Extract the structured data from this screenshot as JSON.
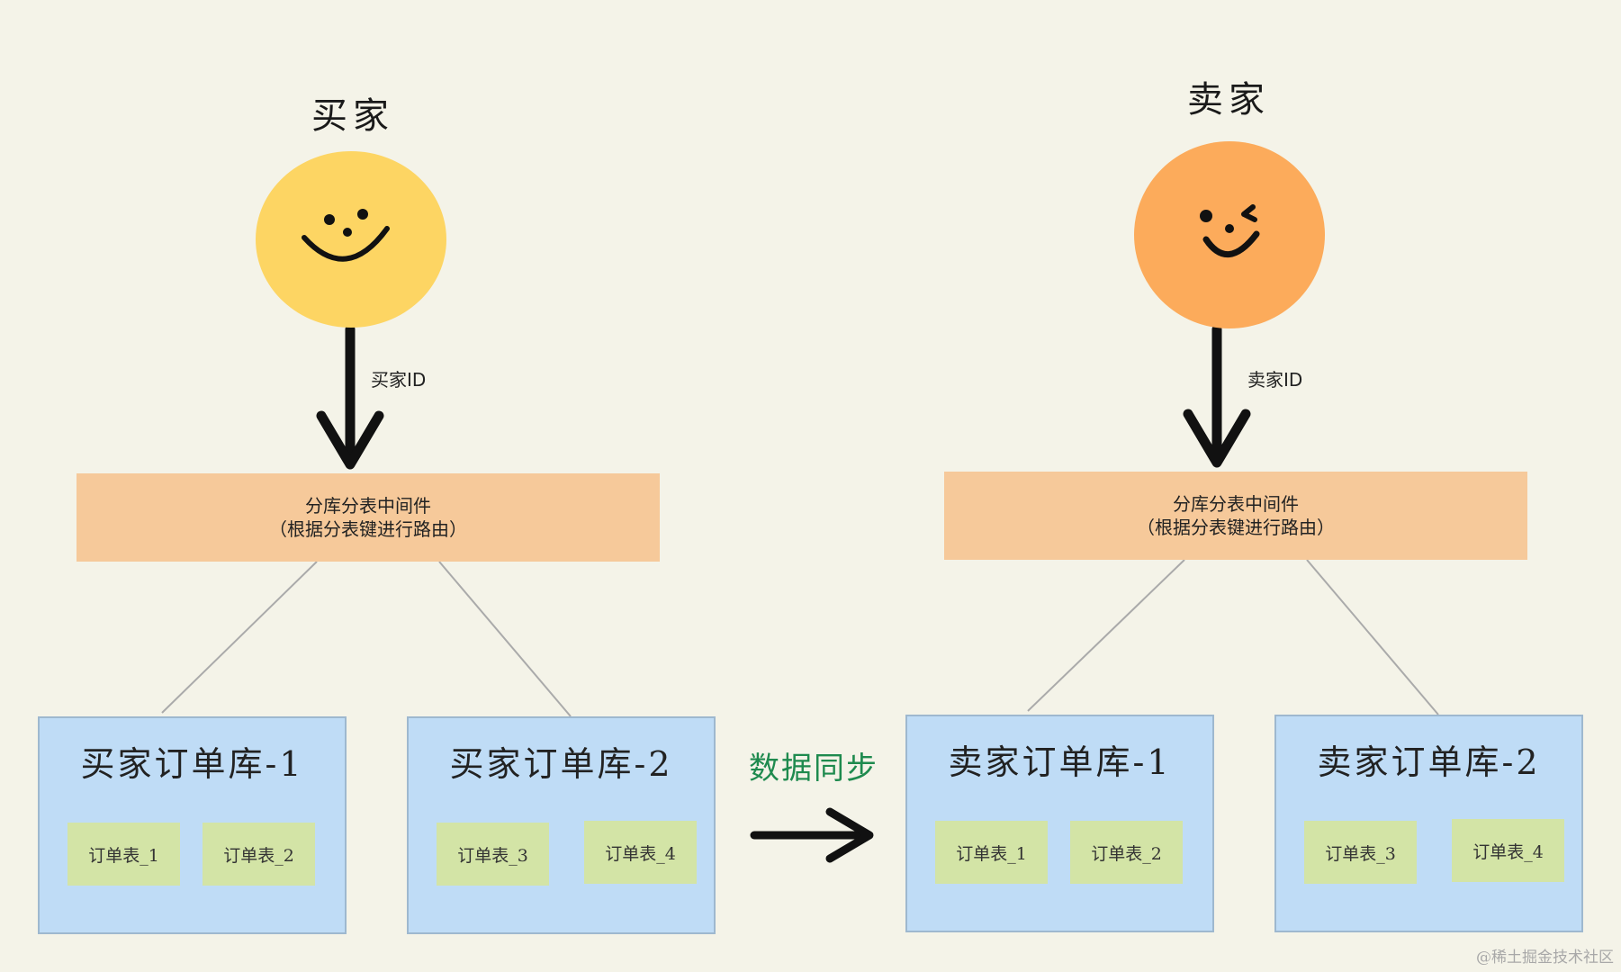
{
  "buyer": {
    "title": "买家",
    "arrow_label": "买家ID",
    "middleware_line1": "分库分表中间件",
    "middleware_line2": "（根据分表键进行路由）",
    "databases": [
      {
        "title": "买家订单库-1",
        "tables": [
          "订单表_1",
          "订单表_2"
        ]
      },
      {
        "title": "买家订单库-2",
        "tables": [
          "订单表_3",
          "订单表_4"
        ]
      }
    ],
    "face_color": "#fdd563"
  },
  "sync": {
    "label": "数据同步",
    "color": "#1e8a4e"
  },
  "seller": {
    "title": "卖家",
    "arrow_label": "卖家ID",
    "middleware_line1": "分库分表中间件",
    "middleware_line2": "（根据分表键进行路由）",
    "databases": [
      {
        "title": "卖家订单库-1",
        "tables": [
          "订单表_1",
          "订单表_2"
        ]
      },
      {
        "title": "卖家订单库-2",
        "tables": [
          "订单表_3",
          "订单表_4"
        ]
      }
    ],
    "face_color": "#fcab5b"
  },
  "watermark": "@稀土掘金技术社区"
}
